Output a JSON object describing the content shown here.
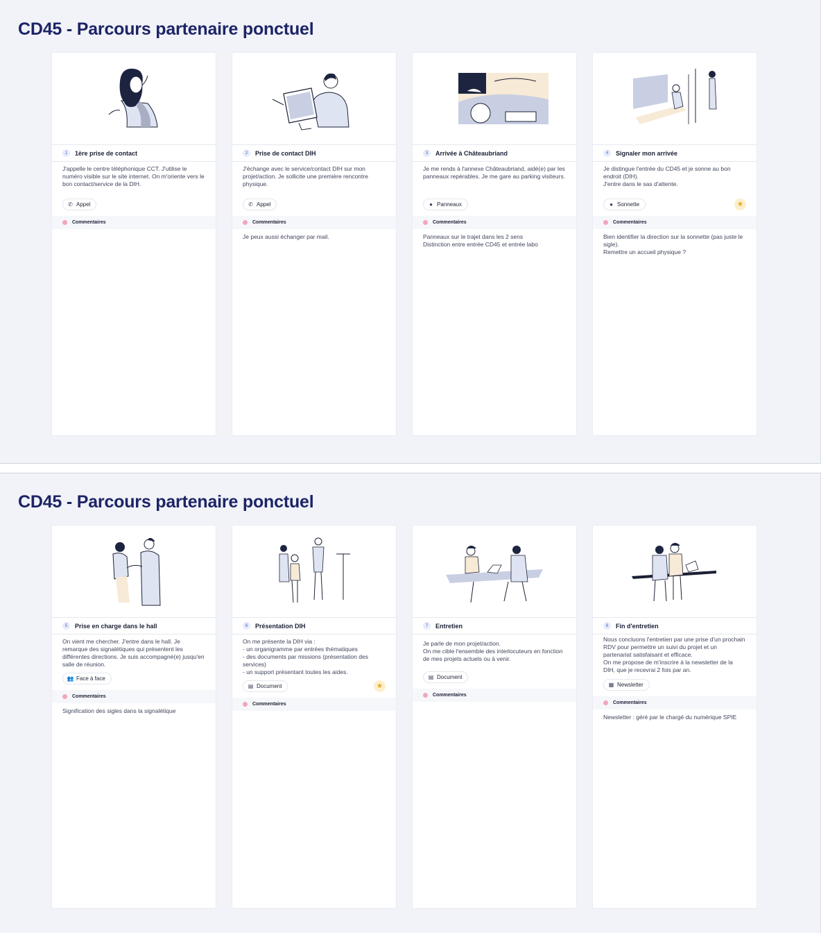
{
  "boards": [
    {
      "title": "CD45 - Parcours partenaire ponctuel",
      "steps": [
        {
          "num": "1",
          "title": "1ère prise de contact",
          "description": "J'appelle le centre téléphonique CCT. J'utilise le numéro visible sur le site internet. On m'oriente vers le bon contact/service de la DIH.",
          "tag": "Appel",
          "tag_icon": "phone-icon",
          "starred": false,
          "comments_label": "Commentaires",
          "comment": ""
        },
        {
          "num": "2",
          "title": "Prise de contact DIH",
          "description": " J'échange avec le service/contact DIH sur mon projet/action. Je sollicite une première rencontre physique.",
          "tag": "Appel",
          "tag_icon": "phone-icon",
          "starred": false,
          "comments_label": "Commentaires",
          "comment": "Je peux aussi échanger par mail."
        },
        {
          "num": "3",
          "title": "Arrivée à Châteaubriand",
          "description": "Je me rends à l'annexe Châteaubriand, aidé(e) par les panneaux repérables. Je me gare au parking visiteurs.",
          "tag": "Panneaux",
          "tag_icon": "sign-icon",
          "starred": false,
          "comments_label": "Commentaires",
          "comment": "Panneaux sur le trajet dans les 2 sens\nDistinction entre entrée CD45 et entrée labo"
        },
        {
          "num": "4",
          "title": "Signaler mon arrivée",
          "description": "Je distingue l'entrée du CD45 et je sonne au bon endroit (DIH).\nJ'entre dans le sas d'attente.",
          "tag": "Sonnette",
          "tag_icon": "bell-icon",
          "starred": true,
          "comments_label": "Commentaires",
          "comment": "Bien identifier la direction sur la sonnette (pas juste le sigle).\nRemettre un accueil physique ?"
        }
      ]
    },
    {
      "title": "CD45 - Parcours partenaire ponctuel",
      "steps": [
        {
          "num": "5",
          "title": "Prise en charge dans le hall",
          "description": "On vient me chercher. J'entre dans le hall. Je remarque des signalétiques qui présentent les différentes directions. Je suis accompagné(e) jusqu'en salle de réunion.",
          "tag": "Face à face",
          "tag_icon": "people-icon",
          "starred": false,
          "comments_label": "Commentaires",
          "comment": "Signification des sigles dans la signalétique"
        },
        {
          "num": "6",
          "title": "Présentation DIH",
          "description": "On me présente la DIH via :\n- un organigramme par entrées thématiques\n- des documents par missions (présentation des services)\n- un support présentant toutes les aides.",
          "tag": "Document",
          "tag_icon": "document-icon",
          "starred": true,
          "comments_label": "Commentaires",
          "comment": ""
        },
        {
          "num": "7",
          "title": "Entretien",
          "description": "Je parle de mon projet/action.\nOn me cible l'ensemble des interlocuteurs en fonction de mes projets actuels ou à venir.",
          "tag": "Document",
          "tag_icon": "document-icon",
          "starred": false,
          "comments_label": "Commentaires",
          "comment": ""
        },
        {
          "num": "8",
          "title": "Fin d'entretien",
          "description": "Nous concluons l'entretien par une prise d'un prochain RDV pour permettre un suivi du projet et un partenariat satisfaisant et efficace.\nOn me propose de m'inscrire à la newsletter de la DIH, que je recevrai 2 fois par an.",
          "tag": "Newsletter",
          "tag_icon": "newsletter-icon",
          "starred": false,
          "comments_label": "Commentaires",
          "comment": "Newsletter : géré par le chargé du numérique SPIE"
        }
      ]
    }
  ],
  "colors": {
    "title": "#1d2466",
    "board_bg": "#f1f3f8",
    "comment_dot": "#f2a6bb",
    "star": "#e8a51d"
  }
}
